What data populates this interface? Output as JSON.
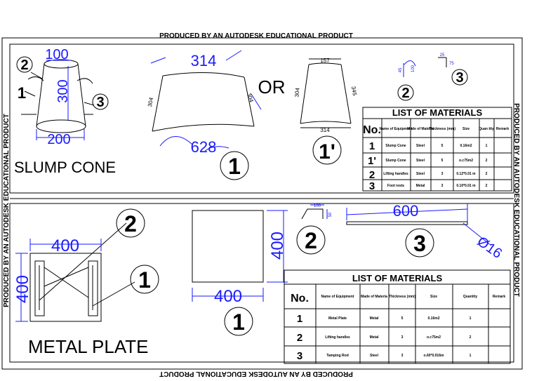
{
  "watermark": "PRODUCED BY AN AUTODESK EDUCATIONAL PRODUCT",
  "top_panel": {
    "cone": {
      "top_dim": "100",
      "height_dim": "300",
      "bottom_dim": "200",
      "label": "SLUMP CONE",
      "callouts": [
        "2",
        "1",
        "3"
      ]
    },
    "development": {
      "top_arc": "314",
      "bottom_arc": "628",
      "side_left": "304",
      "side_right": "304",
      "or_text": "OR",
      "number": "1"
    },
    "development_alt": {
      "top": "157",
      "bottom": "314",
      "side_left": "304",
      "side_right": "345",
      "number": "1'"
    },
    "handle_dims": [
      "45",
      "100"
    ],
    "foot_rest_dims": [
      "25",
      "75"
    ],
    "handle_number": "2",
    "foot_rest_number": "3",
    "materials": {
      "title": "LIST OF MATERIALS",
      "headers": [
        "No.",
        "Name of Equipment",
        "Made of Materia",
        "Thickness (mm)",
        "Size",
        "Quan tity",
        "Remark"
      ],
      "rows": [
        [
          "1",
          "Slump Cone",
          "Steel",
          "5",
          "0.16m2",
          "1",
          ""
        ],
        [
          "1'",
          "Slump Cone",
          "Steel",
          "5",
          "o.c75m2",
          "2",
          ""
        ],
        [
          "2",
          "Lifting handles",
          "Steel",
          "3",
          "0.12*0.01 m",
          "2",
          ""
        ],
        [
          "3",
          "Foot rests",
          "Metal",
          "3",
          "0.10*0.01 m",
          "2",
          ""
        ]
      ]
    }
  },
  "bottom_panel": {
    "plate": {
      "width_dim": "400",
      "height_dim": "400",
      "label": "METAL PLATE",
      "callouts": [
        "2",
        "1"
      ]
    },
    "square": {
      "width_dim": "400",
      "height_dim": "400",
      "number": "1"
    },
    "handle": {
      "dims": [
        "100",
        "50"
      ],
      "number": "2"
    },
    "rod": {
      "length": "600",
      "diameter": "Ø16",
      "number": "3"
    },
    "materials": {
      "title": "LIST OF MATERIALS",
      "headers": [
        "No.",
        "Name of Equipment",
        "Made of Materia",
        "Thickness (mm)",
        "Size",
        "Quantity",
        "Remark"
      ],
      "rows": [
        [
          "1",
          "Metal Plate",
          "Metal",
          "5",
          "0.16m2",
          "1",
          ""
        ],
        [
          "2",
          "Lifting handles",
          "Metal",
          "3",
          "o.c75m2",
          "2",
          ""
        ],
        [
          "3",
          "Tamping Rod",
          "Steel",
          "3",
          "o.60*0.016m",
          "1",
          ""
        ]
      ]
    }
  }
}
